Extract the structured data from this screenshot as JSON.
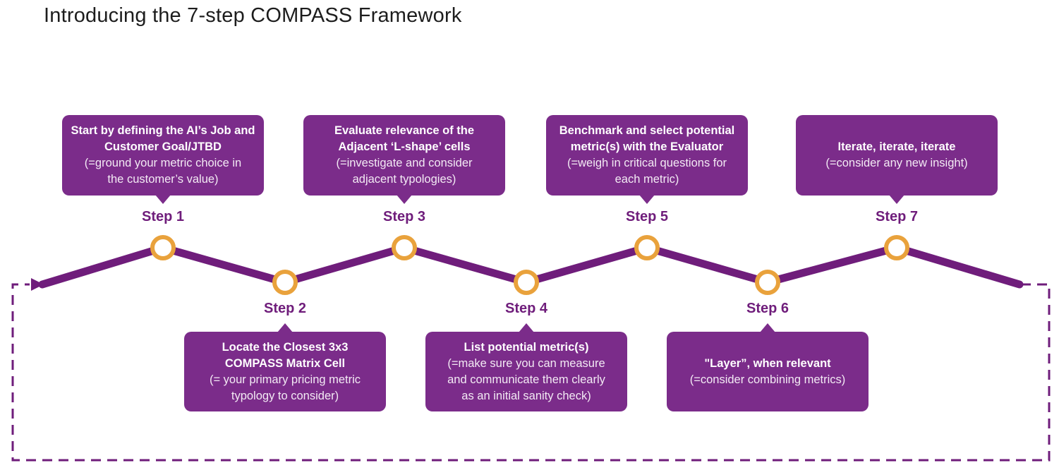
{
  "title": "Introducing the 7-step COMPASS Framework",
  "colors": {
    "box_purple": "#7b2c8a",
    "line_purple": "#6f1d7b",
    "circle_orange": "#e9a23c",
    "title_text": "#1d1d1d",
    "box_text": "#ffffff",
    "background": "#ffffff"
  },
  "timeline": {
    "shape": "zigzag left-to-right with 7 orange ring nodes",
    "loop_note": "dashed feedback loop from end of Step 7 back to the start arrow"
  },
  "steps": [
    {
      "label": "Step 1",
      "position": "top",
      "heading": "Start by defining the AI’s Job and\nCustomer Goal/JTBD",
      "detail": "(=ground your metric choice in\nthe customer’s value)"
    },
    {
      "label": "Step 2",
      "position": "bottom",
      "heading": "Locate the Closest 3x3\nCOMPASS Matrix Cell",
      "detail": "(= your primary pricing metric\ntypology to consider)"
    },
    {
      "label": "Step 3",
      "position": "top",
      "heading": "Evaluate relevance of the\nAdjacent ‘L-shape’ cells",
      "detail": "(=investigate and consider\nadjacent typologies)"
    },
    {
      "label": "Step 4",
      "position": "bottom",
      "heading": "List potential metric(s)",
      "detail": "(=make sure you can measure\nand communicate them clearly\nas an initial sanity check)"
    },
    {
      "label": "Step 5",
      "position": "top",
      "heading": "Benchmark and select potential\nmetric(s) with the Evaluator",
      "detail": "(=weigh in critical questions for\neach metric)"
    },
    {
      "label": "Step 6",
      "position": "bottom",
      "heading": "\"Layer”, when relevant",
      "detail": "(=consider combining metrics)"
    },
    {
      "label": "Step 7",
      "position": "top",
      "heading": "Iterate, iterate, iterate",
      "detail": "(=consider any new insight)"
    }
  ]
}
